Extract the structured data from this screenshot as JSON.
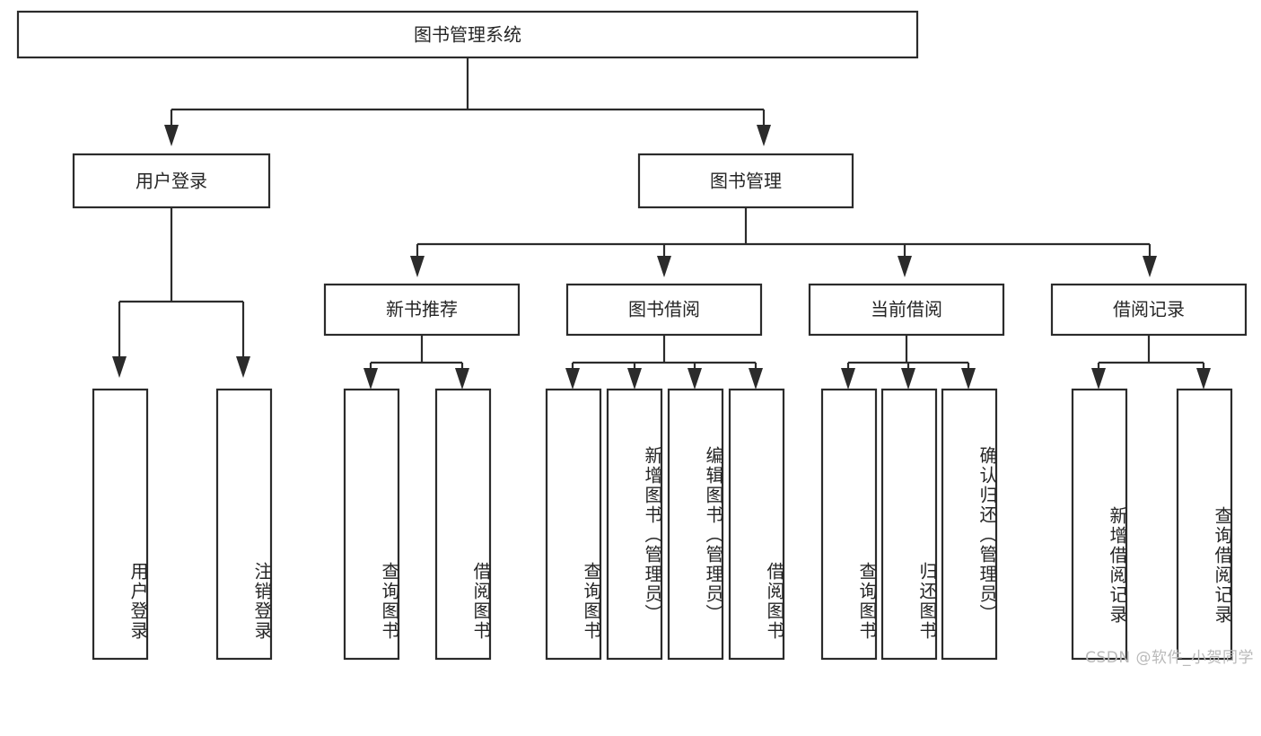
{
  "diagram": {
    "title": "图书管理系统",
    "type": "tree-hierarchy-chart",
    "orientation": "top-down",
    "colors": {
      "box_stroke": "#2b2b2b",
      "box_fill": "#ffffff",
      "text": "#262626",
      "connector": "#2b2b2b",
      "background": "#ffffff",
      "watermark": "#b9b9b9"
    },
    "root": {
      "label": "图书管理系统"
    },
    "level2": [
      {
        "id": "user-login",
        "label": "用户登录"
      },
      {
        "id": "book-management",
        "label": "图书管理"
      }
    ],
    "level3": [
      {
        "id": "new-book-recommend",
        "label": "新书推荐",
        "parent": "book-management"
      },
      {
        "id": "book-borrow",
        "label": "图书借阅",
        "parent": "book-management"
      },
      {
        "id": "current-borrow",
        "label": "当前借阅",
        "parent": "book-management"
      },
      {
        "id": "borrow-records",
        "label": "借阅记录",
        "parent": "book-management"
      }
    ],
    "leaves": [
      {
        "id": "leaf-user-login",
        "label": "用户登录",
        "parent": "user-login"
      },
      {
        "id": "leaf-logout-login",
        "label": "注销登录",
        "parent": "user-login"
      },
      {
        "id": "leaf-query-books-1",
        "label": "查询图书",
        "parent": "new-book-recommend"
      },
      {
        "id": "leaf-borrow-books-1",
        "label": "借阅图书",
        "parent": "new-book-recommend"
      },
      {
        "id": "leaf-query-books-2",
        "label": "查询图书",
        "parent": "book-borrow"
      },
      {
        "id": "leaf-add-book",
        "label": "新增图书（管理员）",
        "parent": "book-borrow"
      },
      {
        "id": "leaf-edit-book",
        "label": "编辑图书（管理员）",
        "parent": "book-borrow"
      },
      {
        "id": "leaf-borrow-books-2",
        "label": "借阅图书",
        "parent": "book-borrow"
      },
      {
        "id": "leaf-query-books-3",
        "label": "查询图书",
        "parent": "current-borrow"
      },
      {
        "id": "leaf-return-books",
        "label": "归还图书",
        "parent": "current-borrow"
      },
      {
        "id": "leaf-confirm-return",
        "label": "确认归还（管理员）",
        "parent": "current-borrow"
      },
      {
        "id": "leaf-add-record",
        "label": "新增借阅记录",
        "parent": "borrow-records"
      },
      {
        "id": "leaf-query-record",
        "label": "查询借阅记录",
        "parent": "borrow-records"
      }
    ]
  },
  "watermark": {
    "text": "CSDN @软件_小贺同学"
  }
}
